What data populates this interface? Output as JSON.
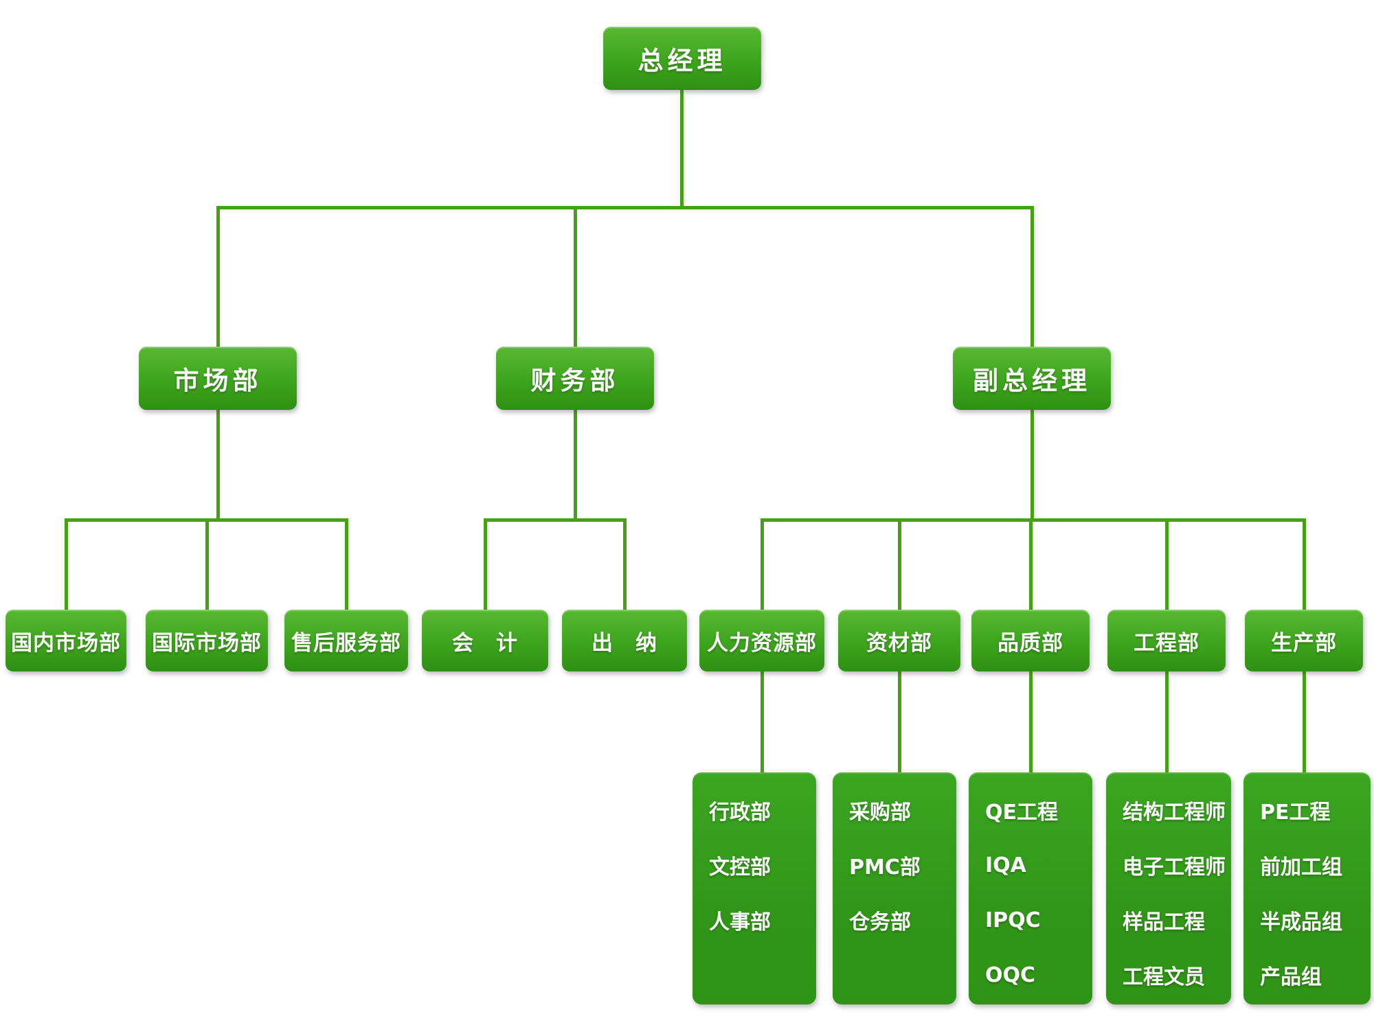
{
  "colors": {
    "background": "#ffffff",
    "node_gradient_top": "#58b931",
    "node_gradient_bottom": "#2e9013",
    "connector_line": "#44a214",
    "node_text": "#ffffff"
  },
  "org": {
    "root": {
      "id": "general-manager",
      "label": "总经理"
    },
    "level2": [
      {
        "id": "marketing-dept",
        "label": "市场部",
        "parent": "general-manager"
      },
      {
        "id": "finance-dept",
        "label": "财务部",
        "parent": "general-manager"
      },
      {
        "id": "deputy-general-manager",
        "label": "副总经理",
        "parent": "general-manager"
      }
    ],
    "level3": [
      {
        "id": "domestic-marketing-dept",
        "label": "国内市场部",
        "parent": "marketing-dept"
      },
      {
        "id": "international-marketing-dept",
        "label": "国际市场部",
        "parent": "marketing-dept"
      },
      {
        "id": "after-sales-service-dept",
        "label": "售后服务部",
        "parent": "marketing-dept"
      },
      {
        "id": "accountant",
        "label": "会　计",
        "parent": "finance-dept"
      },
      {
        "id": "cashier",
        "label": "出　纳",
        "parent": "finance-dept"
      },
      {
        "id": "human-resources-dept",
        "label": "人力资源部",
        "parent": "deputy-general-manager"
      },
      {
        "id": "materials-dept",
        "label": "资材部",
        "parent": "deputy-general-manager"
      },
      {
        "id": "quality-dept",
        "label": "品质部",
        "parent": "deputy-general-manager"
      },
      {
        "id": "engineering-dept",
        "label": "工程部",
        "parent": "deputy-general-manager"
      },
      {
        "id": "production-dept",
        "label": "生产部",
        "parent": "deputy-general-manager"
      }
    ],
    "level4": [
      {
        "id": "hr-sub-group",
        "parent": "human-resources-dept",
        "items": [
          "行政部",
          "文控部",
          "人事部"
        ]
      },
      {
        "id": "materials-sub-group",
        "parent": "materials-dept",
        "items": [
          "采购部",
          "PMC部",
          "仓务部"
        ]
      },
      {
        "id": "quality-sub-group",
        "parent": "quality-dept",
        "items": [
          "QE工程",
          "IQA",
          "IPQC",
          "OQC"
        ]
      },
      {
        "id": "engineering-sub-group",
        "parent": "engineering-dept",
        "items": [
          "结构工程师",
          "电子工程师",
          "样品工程",
          "工程文员"
        ]
      },
      {
        "id": "production-sub-group",
        "parent": "production-dept",
        "items": [
          "PE工程",
          "前加工组",
          "半成品组",
          "产品组"
        ]
      }
    ]
  }
}
